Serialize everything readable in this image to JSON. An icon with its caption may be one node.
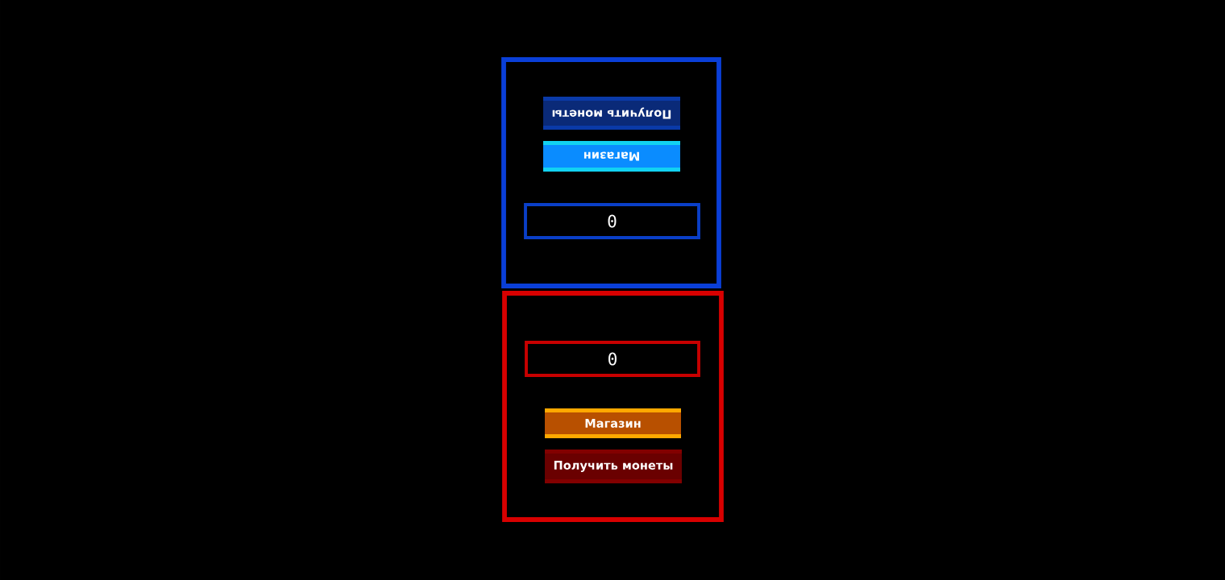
{
  "diagram": {
    "nodes": [
      {
        "text": [],
        "shape": "box"
      },
      {
        "text": [
          "Получить монеты"
        ],
        "in": 0
      },
      {
        "text": [
          "Магазин"
        ],
        "in": 0
      },
      {
        "text": [
          "0"
        ],
        "in": 0
      },
      {
        "text": [],
        "shape": "box"
      },
      {
        "text": [
          "0"
        ],
        "in": 4
      },
      {
        "text": [
          "Магазин"
        ],
        "in": 4
      },
      {
        "text": [
          "Получить монеты"
        ],
        "in": 4
      }
    ]
  }
}
